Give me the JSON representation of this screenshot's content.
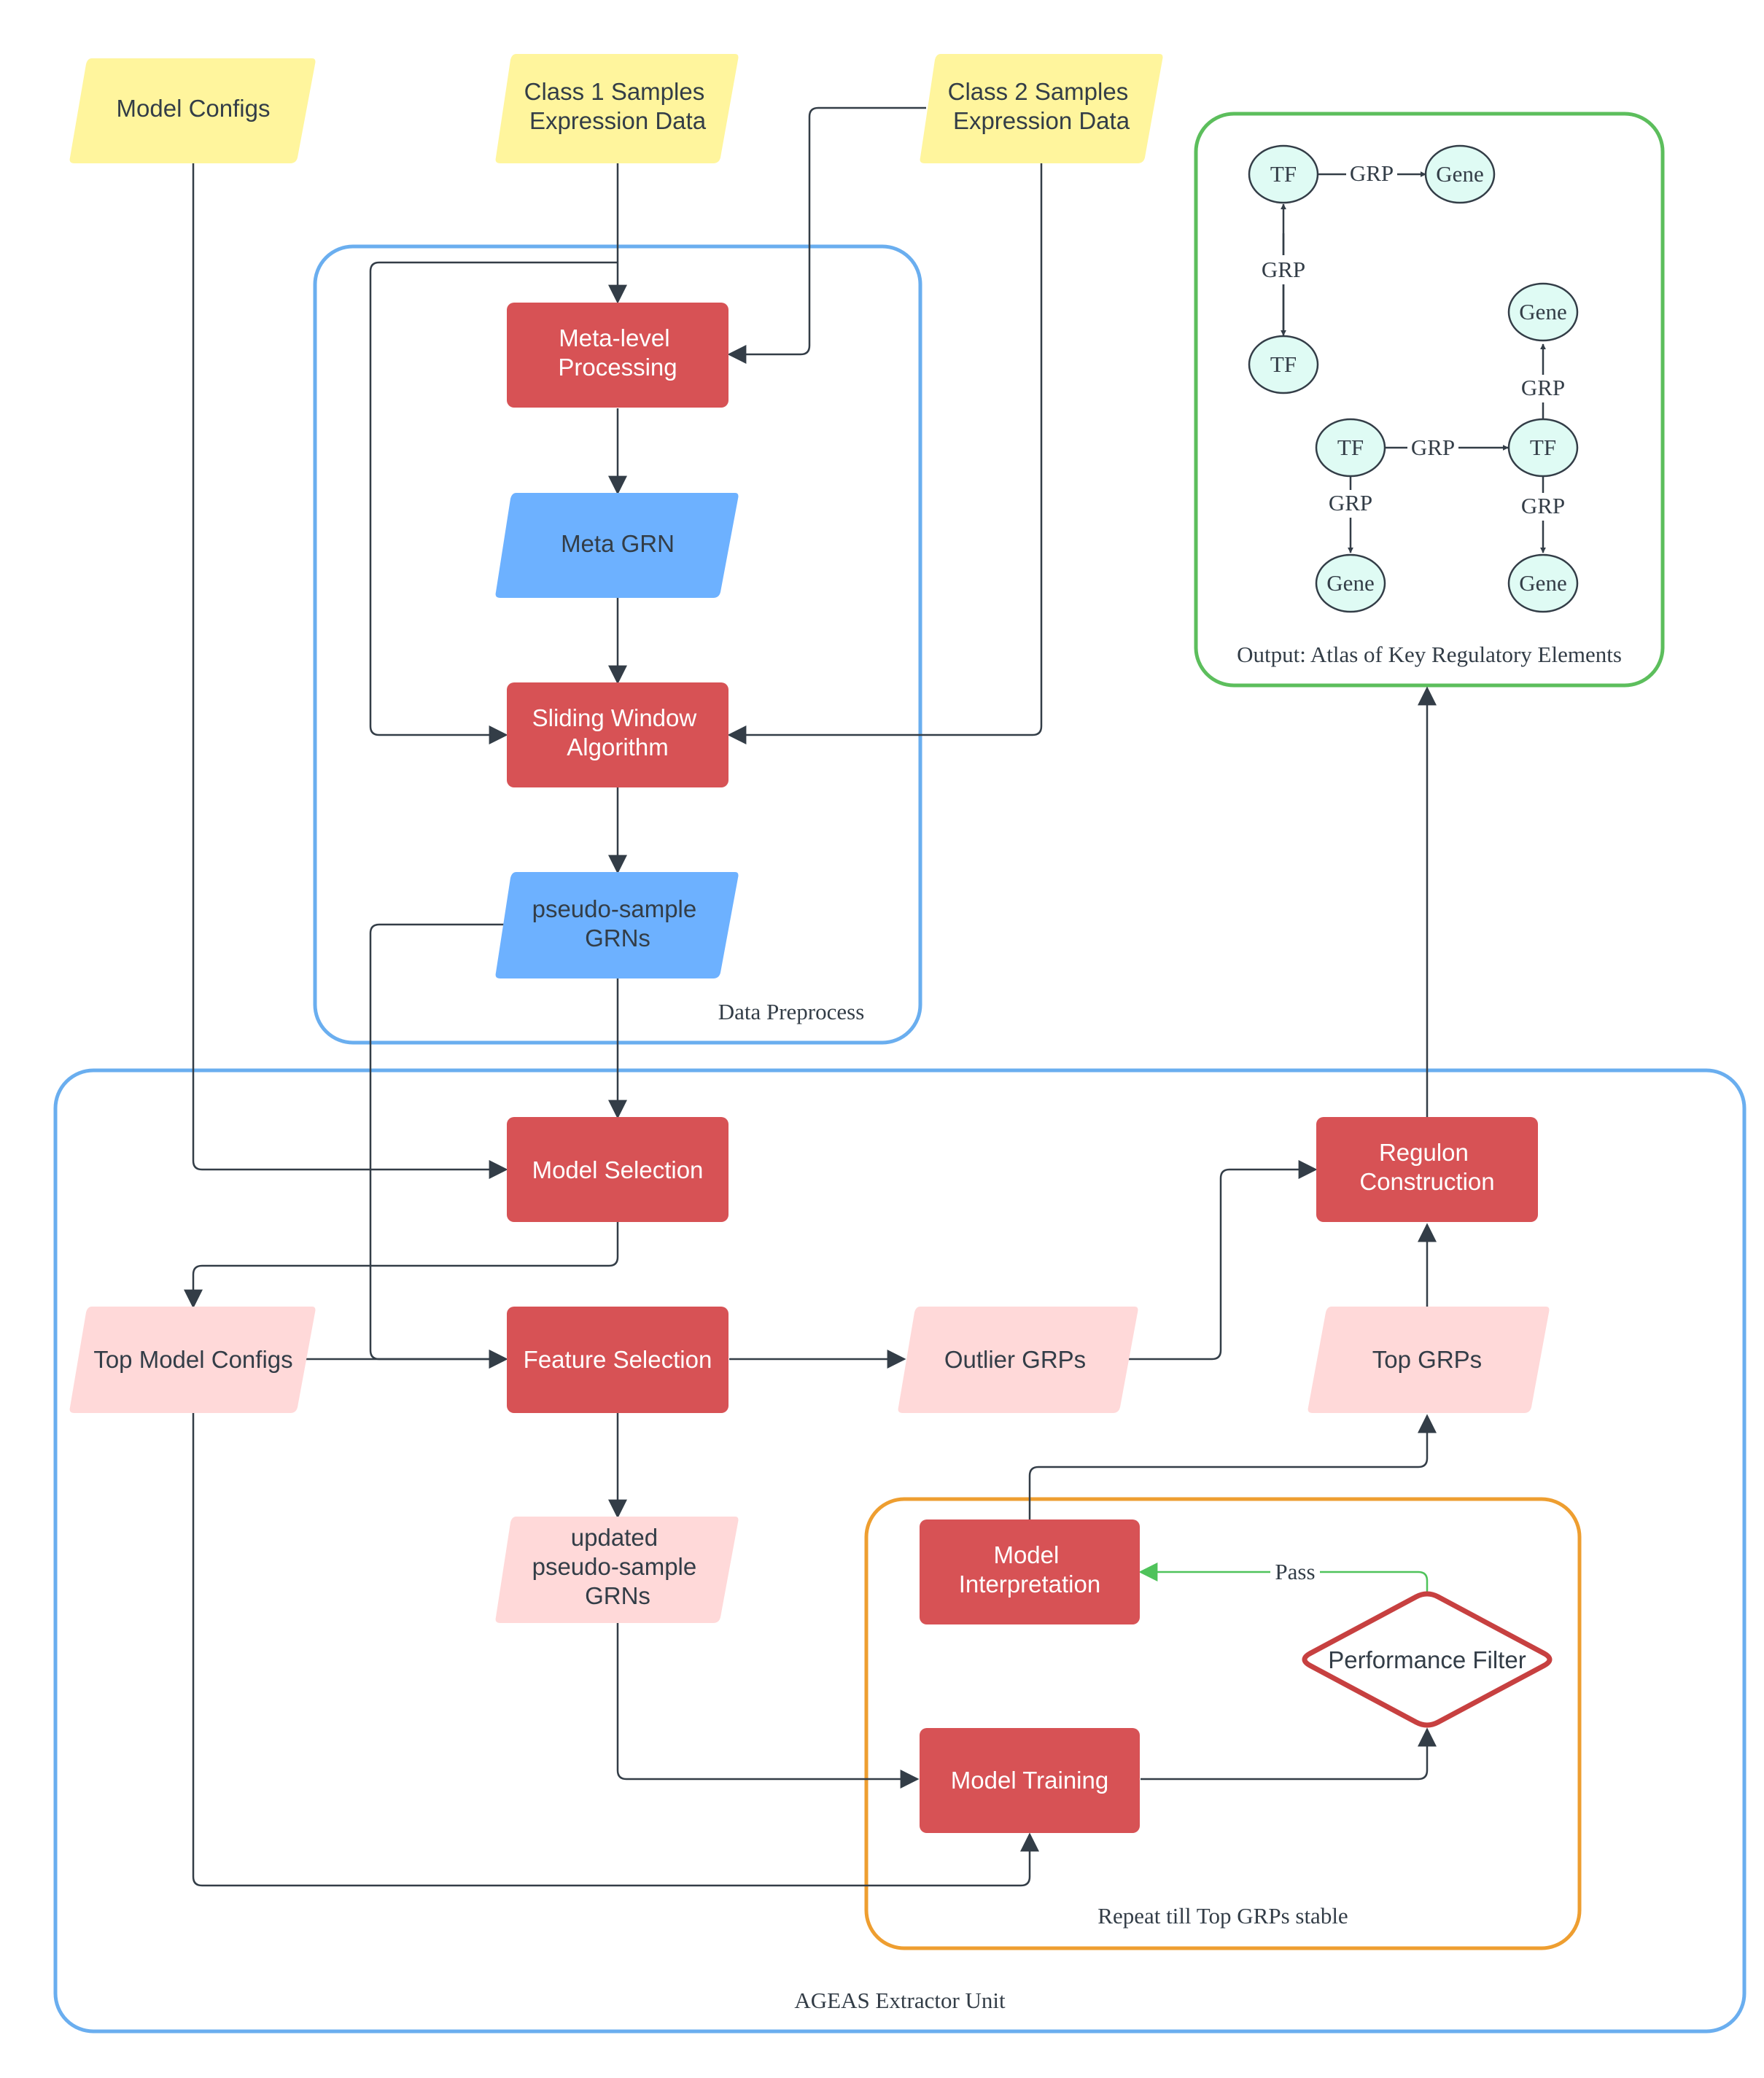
{
  "colors": {
    "yellow": "#fff59d",
    "red": "#d75255",
    "blue": "#6db1ff",
    "pink": "#ffd9d9",
    "teal": "#dffbf4",
    "frame_blue": "#6aaeef",
    "frame_green": "#5cbe5c",
    "frame_orange": "#ee9e30",
    "diamond_red": "#c74040",
    "line": "#333d47",
    "pass_green": "#4fc35b"
  },
  "inputs": {
    "model_configs": "Model Configs",
    "class1": [
      "Class 1 Samples",
      "Expression Data"
    ],
    "class2": [
      "Class 2 Samples",
      "Expression Data"
    ]
  },
  "preprocess": {
    "label": "Data Preprocess",
    "meta_processing": [
      "Meta-level",
      "Processing"
    ],
    "meta_grn": "Meta GRN",
    "sliding_window": [
      "Sliding Window",
      "Algorithm"
    ],
    "pseudo_grns": [
      "pseudo-sample",
      "GRNs"
    ]
  },
  "extractor": {
    "label": "AGEAS Extractor Unit",
    "model_selection": "Model Selection",
    "top_model_configs": "Top Model Configs",
    "feature_selection": "Feature Selection",
    "outlier_grps": "Outlier GRPs",
    "regulon_construction": [
      "Regulon",
      "Construction"
    ],
    "top_grps": "Top GRPs",
    "updated_grns": [
      "updated",
      "pseudo-sample",
      "GRNs"
    ]
  },
  "loop": {
    "label": "Repeat till Top GRPs stable",
    "model_interpretation": [
      "Model",
      "Interpretation"
    ],
    "model_training": "Model Training",
    "performance_filter": "Performance Filter",
    "pass_label": "Pass"
  },
  "output": {
    "label": "Output: Atlas of Key Regulatory Elements",
    "tf": "TF",
    "gene": "Gene",
    "grp": "GRP"
  }
}
